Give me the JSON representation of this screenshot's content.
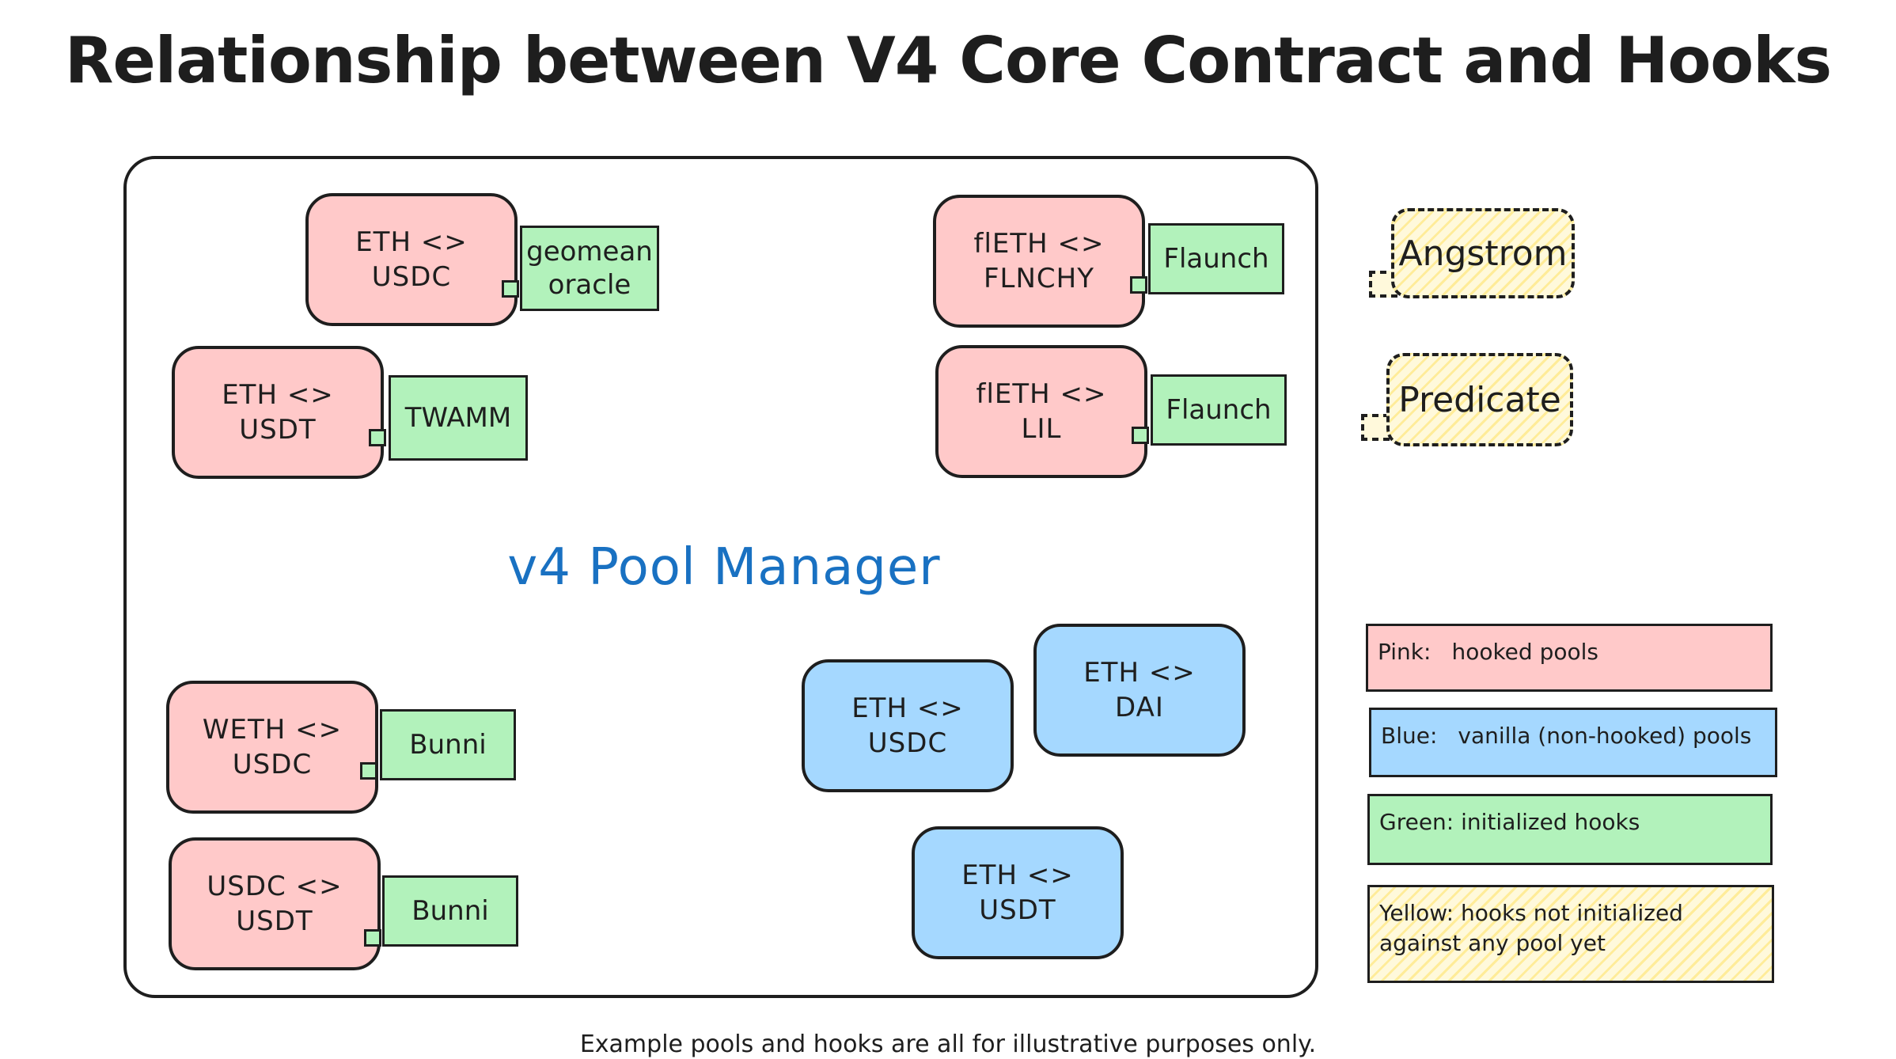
{
  "title": "Relationship between V4 Core Contract and Hooks",
  "manager_label": "v4 Pool Manager",
  "pools": {
    "eth_usdc_hooked": "ETH <>\nUSDC",
    "eth_usdt_hooked": "ETH <>\nUSDT",
    "weth_usdc": "WETH <>\nUSDC",
    "usdc_usdt": "USDC <>\nUSDT",
    "fleth_flnchy": "flETH <>\nFLNCHY",
    "fleth_lil": "flETH <>\nLIL",
    "eth_usdc_vanilla": "ETH <>\nUSDC",
    "eth_dai": "ETH <>\nDAI",
    "eth_usdt_vanilla": "ETH <>\nUSDT"
  },
  "hooks": {
    "geomean": "geomean\noracle",
    "twamm": "TWAMM",
    "bunni_1": "Bunni",
    "bunni_2": "Bunni",
    "flaunch_1": "Flaunch",
    "flaunch_2": "Flaunch"
  },
  "uninitialized_hooks": {
    "angstrom": "Angstrom",
    "predicate": "Predicate"
  },
  "legend": {
    "pink_key": "Pink:",
    "pink_text": "hooked pools",
    "blue_key": "Blue:",
    "blue_text": "vanilla (non-hooked) pools",
    "green_text": "Green: initialized hooks",
    "yellow_text": "Yellow: hooks not initialized against any pool yet"
  },
  "footnote": "Example pools and hooks are all for illustrative purposes only.",
  "colors": {
    "pink": "#ffc9c9",
    "blue": "#a5d8ff",
    "green": "#b2f2bb",
    "yellow": "#fff9db",
    "manager_label": "#1971c2"
  }
}
